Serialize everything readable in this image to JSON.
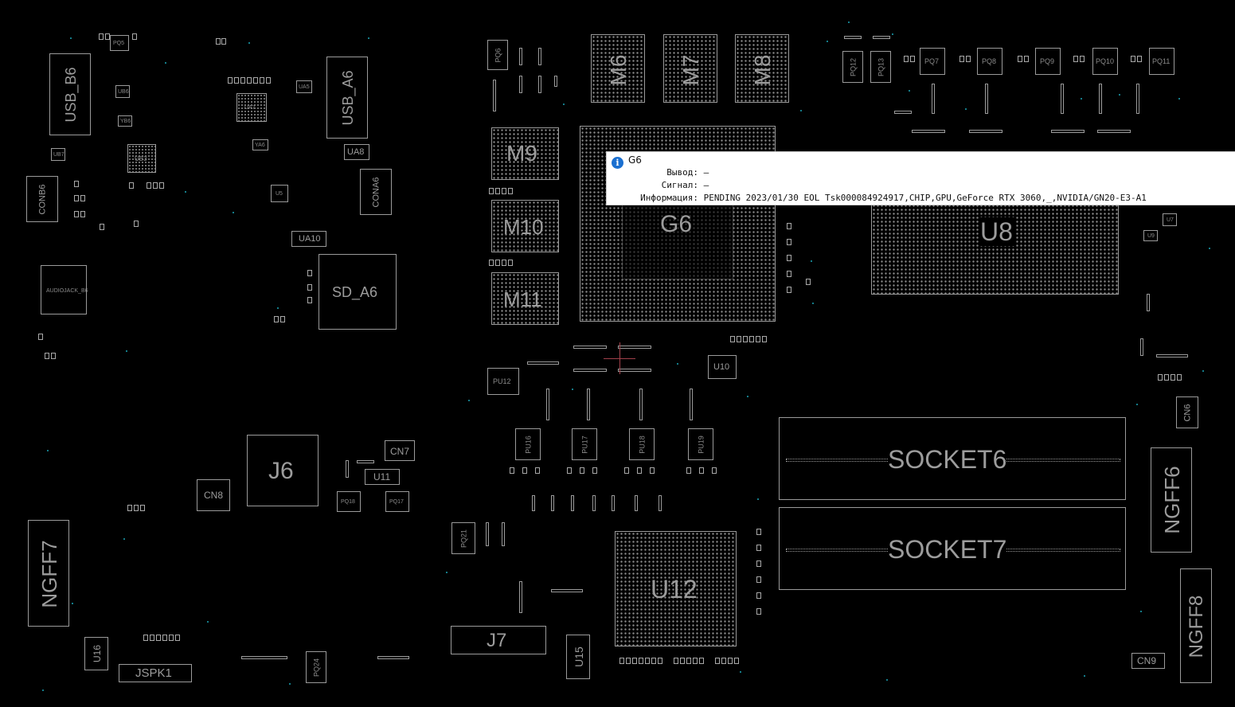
{
  "components": {
    "usb_b6": "USB_B6",
    "usb_a6": "USB_A6",
    "conb6": "CONB6",
    "cona6": "CONA6",
    "audiojack": "AUDIOJACK_B6",
    "ua10": "UA10",
    "ua8": "UA8",
    "sd_a6": "SD_A6",
    "m6": "M6",
    "m7": "M7",
    "m8": "M8",
    "m9": "M9",
    "m10": "M10",
    "m11": "M11",
    "g6": "G6",
    "u8": "U8",
    "pq6": "PQ6",
    "pq12": "PQ12",
    "pq13": "PQ13",
    "pq7": "PQ7",
    "pq8": "PQ8",
    "pq9": "PQ9",
    "pq10": "PQ10",
    "pq11": "PQ11",
    "u10": "U10",
    "pu12": "PU12",
    "pu16": "PU16",
    "pu17": "PU17",
    "pu18": "PU18",
    "pu19": "PU19",
    "cn7": "CN7",
    "u11": "U11",
    "j6": "J6",
    "cn8": "CN8",
    "pq18": "PQ18",
    "pq17": "PQ17",
    "socket6": "SOCKET6",
    "socket7": "SOCKET7",
    "ngff6": "NGFF6",
    "ngff7": "NGFF7",
    "ngff8": "NGFF8",
    "cn6": "CN6",
    "cn9": "CN9",
    "pq21": "PQ21",
    "u12": "U12",
    "j7": "J7",
    "u15": "U15",
    "u16": "U16",
    "jspk1": "JSPK1",
    "pq24": "PQ24",
    "u7": "U7",
    "u9": "U9",
    "u5": "U5",
    "ua5": "UA5",
    "ua7": "UA7",
    "ya6": "YA6",
    "ub6": "UB6",
    "ub3": "UB3",
    "ub7": "UB7",
    "yb6": "YB6",
    "pq5": "PQ5",
    "pq8b": "PQ8"
  },
  "tooltip": {
    "title": "G6",
    "icon": "info-icon",
    "rows": [
      {
        "key": "Вывод:",
        "value": "—"
      },
      {
        "key": "Сигнал:",
        "value": "—"
      },
      {
        "key": "Информация:",
        "value": "PENDING 2023/01/30 EOL Tsk000084924917,CHIP,GPU,GeForce RTX 3060,_,NVIDIA/GN20-E3-A1"
      }
    ]
  },
  "colors": {
    "background": "#000000",
    "outline": "#9a9a9a",
    "via": "#1aa3b5",
    "cursor": "#a0404a",
    "tooltip_bg": "#ffffff",
    "info_icon": "#1a6fd0"
  }
}
